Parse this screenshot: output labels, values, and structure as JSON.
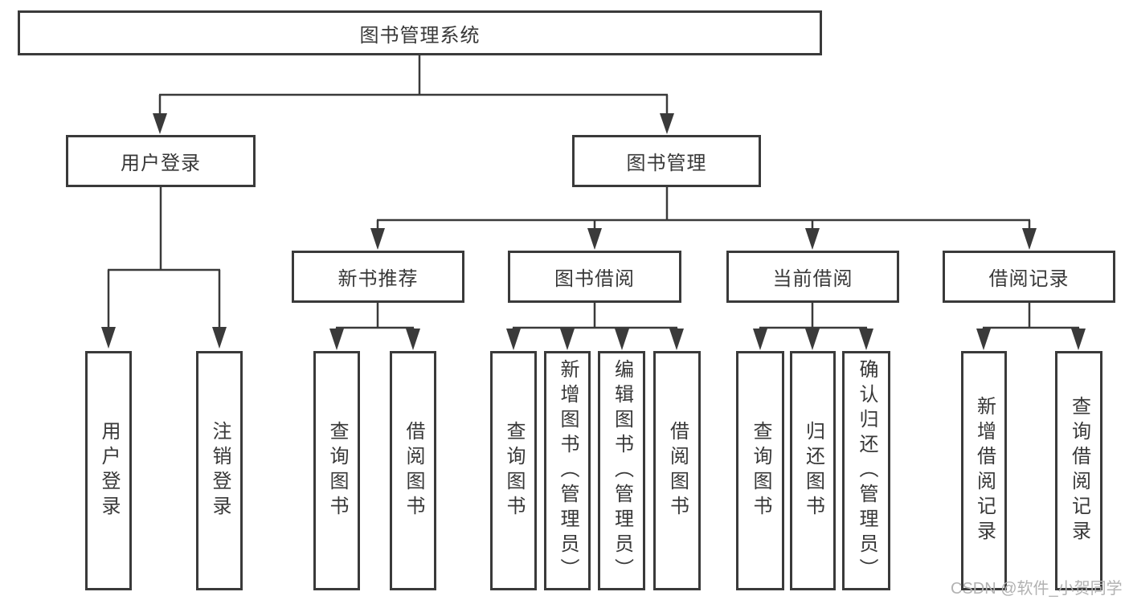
{
  "tree": {
    "label": "图书管理系统",
    "children": [
      {
        "label": "用户登录",
        "children": [
          {
            "label": "用户登录"
          },
          {
            "label": "注销登录"
          }
        ]
      },
      {
        "label": "图书管理",
        "children": [
          {
            "label": "新书推荐",
            "children": [
              {
                "label": "查询图书"
              },
              {
                "label": "借阅图书"
              }
            ]
          },
          {
            "label": "图书借阅",
            "children": [
              {
                "label": "查询图书"
              },
              {
                "label": "新增图书（管理员）"
              },
              {
                "label": "编辑图书（管理员）"
              },
              {
                "label": "借阅图书"
              }
            ]
          },
          {
            "label": "当前借阅",
            "children": [
              {
                "label": "查询图书"
              },
              {
                "label": "归还图书"
              },
              {
                "label": "确认归还（管理员）"
              }
            ]
          },
          {
            "label": "借阅记录",
            "children": [
              {
                "label": "新增借阅记录"
              },
              {
                "label": "查询借阅记录"
              }
            ]
          }
        ]
      }
    ]
  },
  "watermark": "CSDN @软件_小贺同学",
  "colors": {
    "line": "#3a3a3a",
    "box_border": "#3a3a3a",
    "box_fill": "#ffffff",
    "text": "#383838",
    "watermark": "#b2b2b2",
    "background": "#ffffff"
  }
}
